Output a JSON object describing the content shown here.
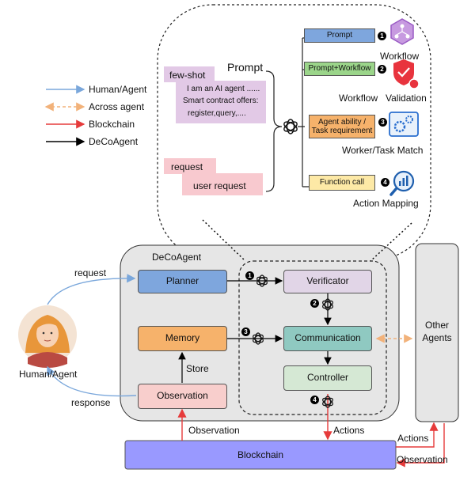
{
  "legend": [
    {
      "label": "Human/Agent",
      "color": "#7aa7db"
    },
    {
      "label": "Across agent",
      "color": "#f2b27a"
    },
    {
      "label": "Blockchain",
      "color": "#e63b3b"
    },
    {
      "label": "DeCoAgent",
      "color": "#000000"
    }
  ],
  "prompt_panel": {
    "title": "Prompt",
    "few_shot_label": "few-shot",
    "few_shot_lines": [
      "I am an AI agent ......",
      "Smart contract offers:",
      "register,query,...."
    ],
    "request_label": "request",
    "user_request_label": "user request",
    "steps": [
      {
        "num": "1",
        "label": "Prompt",
        "caption": "Workflow",
        "color": "#7ea6dd"
      },
      {
        "num": "2",
        "label": "Prompt+Workflow",
        "caption_left": "Workflow",
        "caption": "Validation",
        "color": "#9bd58a"
      },
      {
        "num": "3",
        "label": "Agent ability / Task requirement",
        "caption": "Worker/Task Match",
        "color": "#f6b26b"
      },
      {
        "num": "4",
        "label": "Function call",
        "caption": "Action Mapping",
        "color": "#fde9a6"
      }
    ]
  },
  "agent": {
    "title": "DeCoAgent",
    "planner": "Planner",
    "memory": "Memory",
    "observation": "Observation",
    "store": "Store",
    "verificator": "Verificator",
    "communication": "Communication",
    "controller": "Controller",
    "step_numbers": [
      "1",
      "2",
      "3",
      "4"
    ]
  },
  "human": {
    "label": "Human/Agent",
    "request": "request",
    "response": "response"
  },
  "other_agents": "Other\nAgents",
  "blockchain": {
    "label": "Blockchain",
    "observation_up": "Observation",
    "actions_down": "Actions",
    "actions_right": "Actions",
    "observation_right": "Observation"
  },
  "colors": {
    "planner": "#7ea6dd",
    "memory": "#f6b26b",
    "observation": "#f8cecc",
    "verificator": "#e1d5e7",
    "communication": "#8fc9c1",
    "controller": "#d5e8d4",
    "blockchain": "#9999ff",
    "agent_bg": "#e6e6e6"
  }
}
